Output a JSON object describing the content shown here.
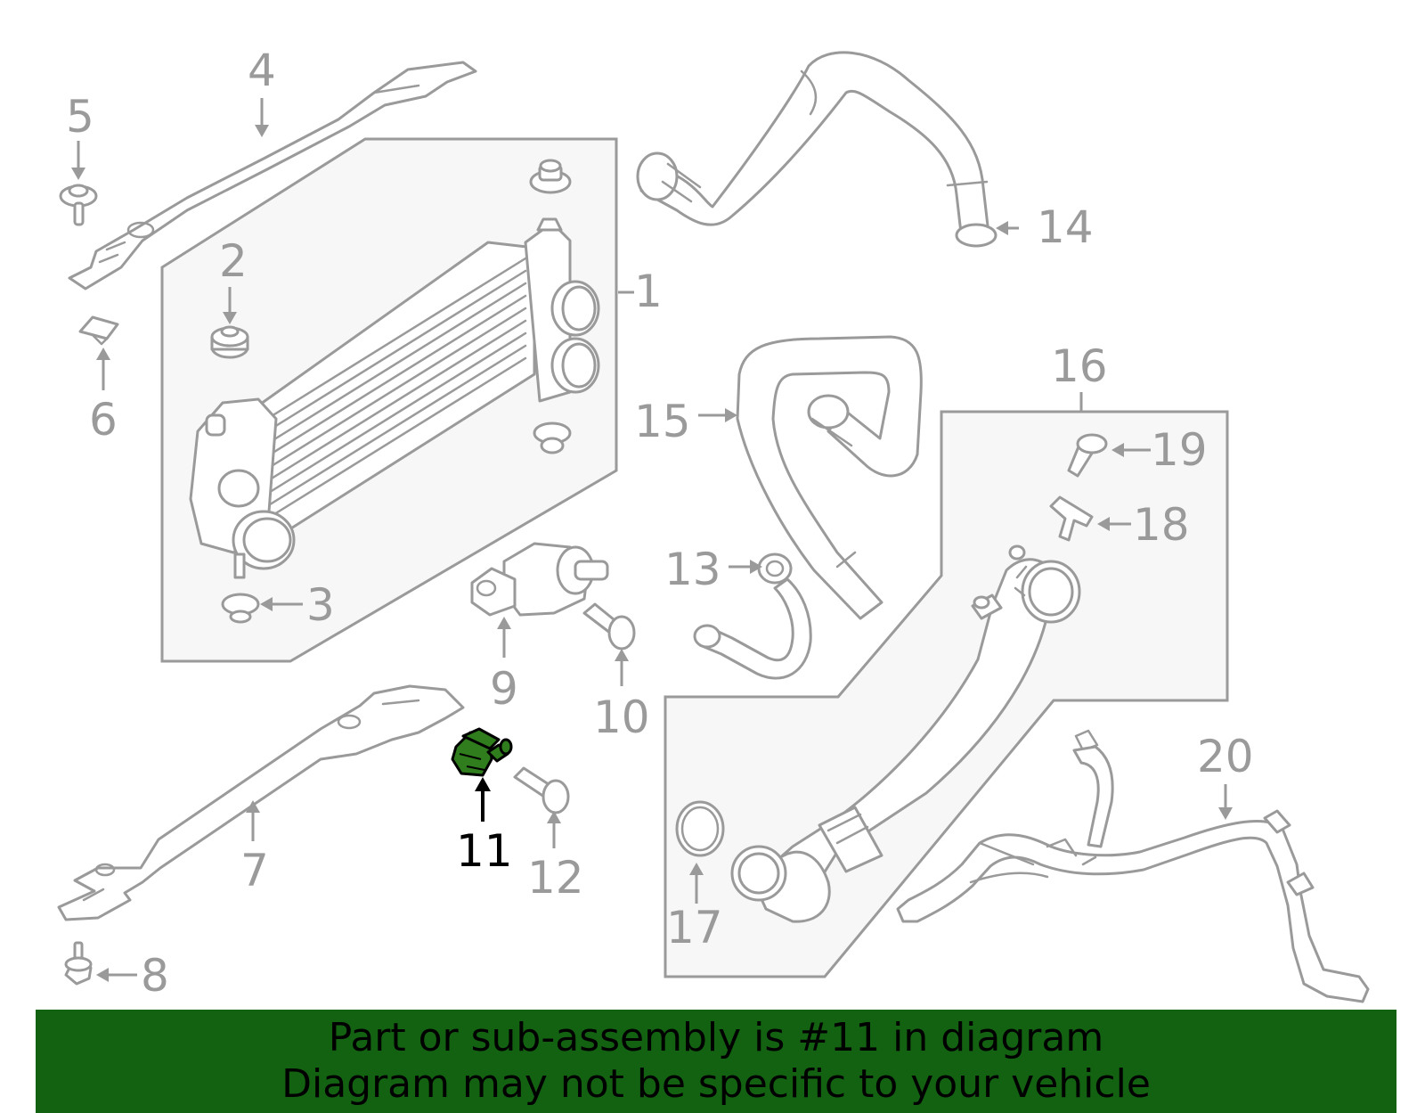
{
  "diagram": {
    "highlight_color": "#2f7d1c",
    "part_stroke_color": "#9a9a9a",
    "callouts": {
      "c1": "1",
      "c2": "2",
      "c3": "3",
      "c4": "4",
      "c5": "5",
      "c6": "6",
      "c7": "7",
      "c8": "8",
      "c9": "9",
      "c10": "10",
      "c11": "11",
      "c12": "12",
      "c13": "13",
      "c14": "14",
      "c15": "15",
      "c16": "16",
      "c17": "17",
      "c18": "18",
      "c19": "19",
      "c20": "20"
    },
    "highlighted_part": "11"
  },
  "banner": {
    "background_color": "#136212",
    "line1": "Part or sub-assembly is #11 in diagram",
    "line2": "Diagram may not be specific to your vehicle"
  }
}
